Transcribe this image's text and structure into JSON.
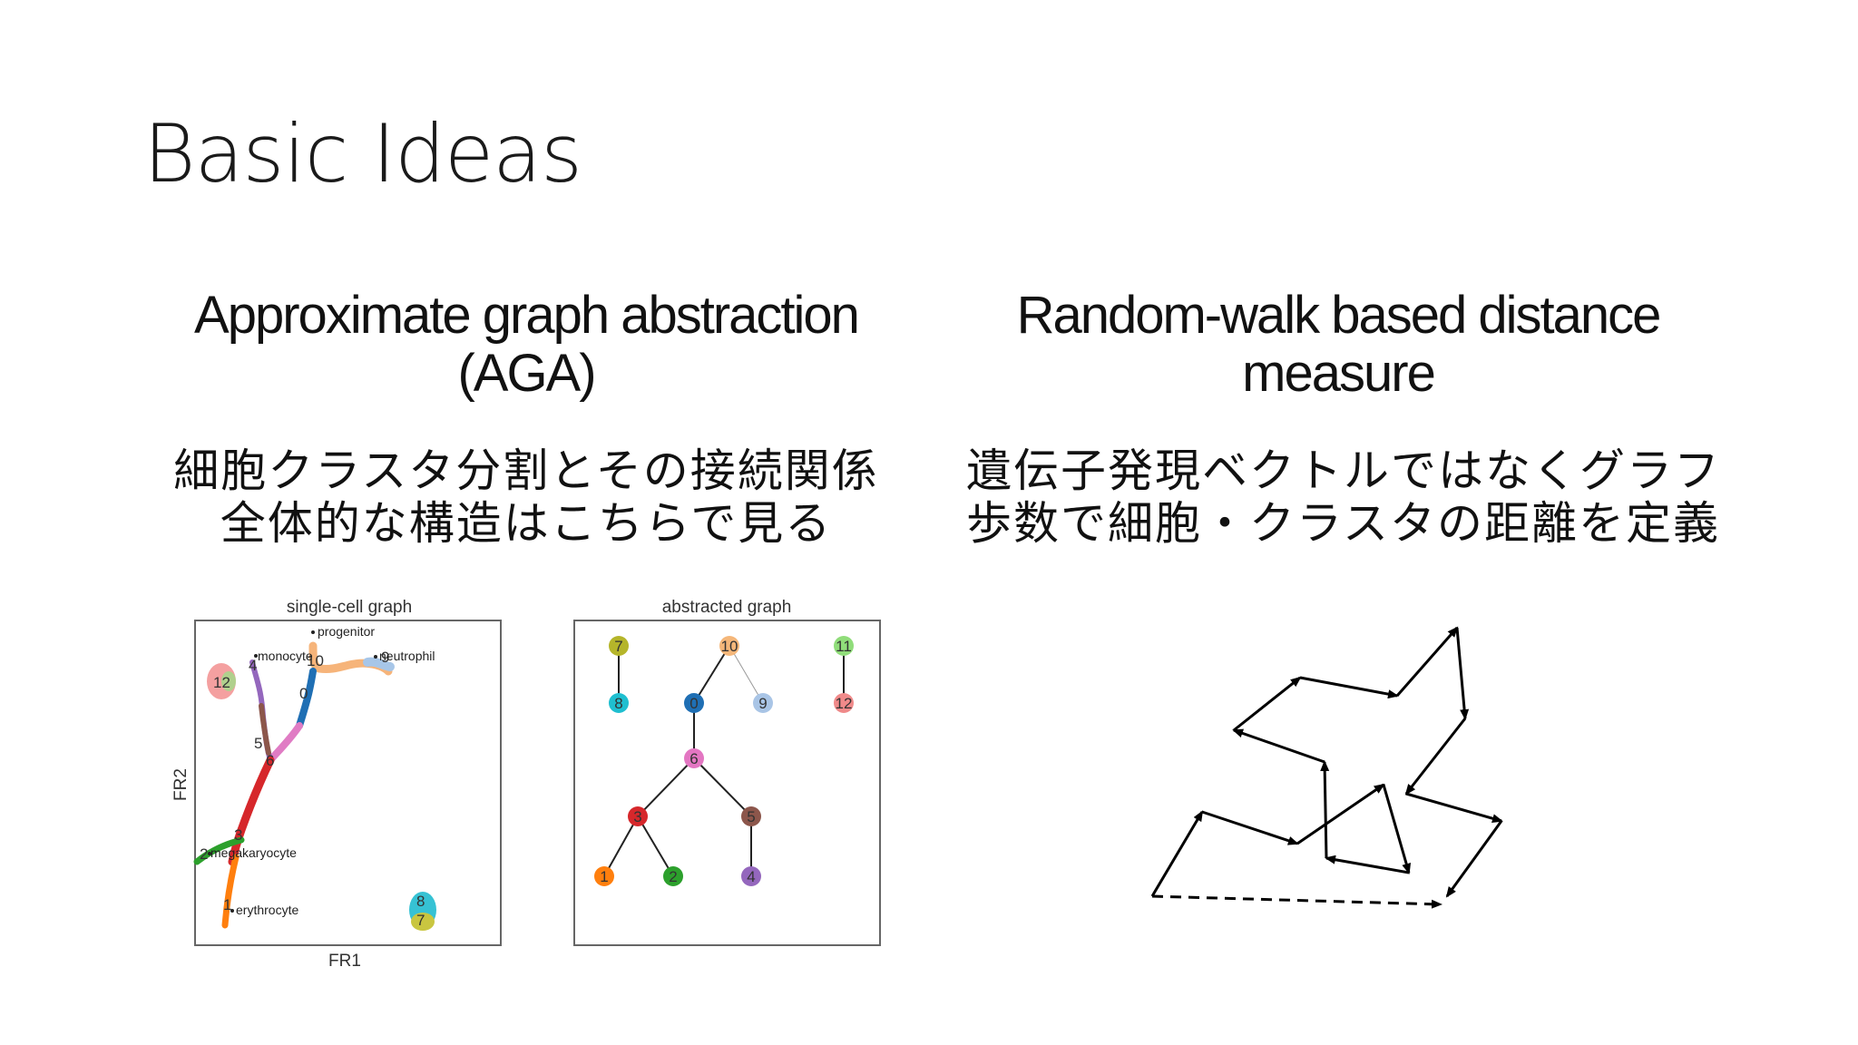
{
  "slide": {
    "title": "Basic Ideas"
  },
  "left_column": {
    "heading_line1": "Approximate graph abstraction",
    "heading_line2": "(AGA)",
    "jp_line1": "細胞クラスタ分割とその接続関係",
    "jp_line2": "全体的な構造はこちらで見る"
  },
  "right_column": {
    "heading_line1": "Random-walk based distance",
    "heading_line2": "measure",
    "jp_line1": "遺伝子発現ベクトルではなくグラフ",
    "jp_line2": "歩数で細胞・クラスタの距離を定義"
  },
  "single_cell_graph": {
    "title": "single-cell graph",
    "xlabel": "FR1",
    "ylabel": "FR2",
    "annotations": {
      "progenitor": "progenitor",
      "monocyte": "monocyte",
      "neutrophil": "neutrophil",
      "megakaryocyte": "megakaryocyte",
      "erythrocyte": "erythrocyte"
    },
    "cluster_labels": {
      "c0": "0",
      "c1": "1",
      "c2": "2",
      "c3": "3",
      "c4": "4",
      "c5": "5",
      "c6": "6",
      "c7": "7",
      "c8": "8",
      "c9": "9",
      "c10": "10",
      "c12_11": "12"
    }
  },
  "abstracted_graph": {
    "title": "abstracted graph",
    "nodes": [
      {
        "id": "7",
        "color": "#b5b52a"
      },
      {
        "id": "8",
        "color": "#1fbfd0"
      },
      {
        "id": "10",
        "color": "#f5b77a"
      },
      {
        "id": "9",
        "color": "#a9c5e6"
      },
      {
        "id": "11",
        "color": "#90dd7a"
      },
      {
        "id": "12",
        "color": "#f08a8a"
      },
      {
        "id": "0",
        "color": "#1f6fb4"
      },
      {
        "id": "6",
        "color": "#e376c2"
      },
      {
        "id": "3",
        "color": "#d6272b"
      },
      {
        "id": "5",
        "color": "#8c564b"
      },
      {
        "id": "1",
        "color": "#ff7f0e"
      },
      {
        "id": "2",
        "color": "#2ca02c"
      },
      {
        "id": "4",
        "color": "#9467bd"
      }
    ],
    "edges": [
      [
        "7",
        "8"
      ],
      [
        "11",
        "12"
      ],
      [
        "10",
        "0"
      ],
      [
        "10",
        "9"
      ],
      [
        "0",
        "6"
      ],
      [
        "6",
        "3"
      ],
      [
        "6",
        "5"
      ],
      [
        "3",
        "1"
      ],
      [
        "3",
        "2"
      ],
      [
        "5",
        "4"
      ]
    ]
  },
  "colors": {
    "text": "#111111",
    "frame": "#555555",
    "arrow": "#000000"
  },
  "icons": {
    "random_walk": "random-walk-arrows-diagram"
  }
}
